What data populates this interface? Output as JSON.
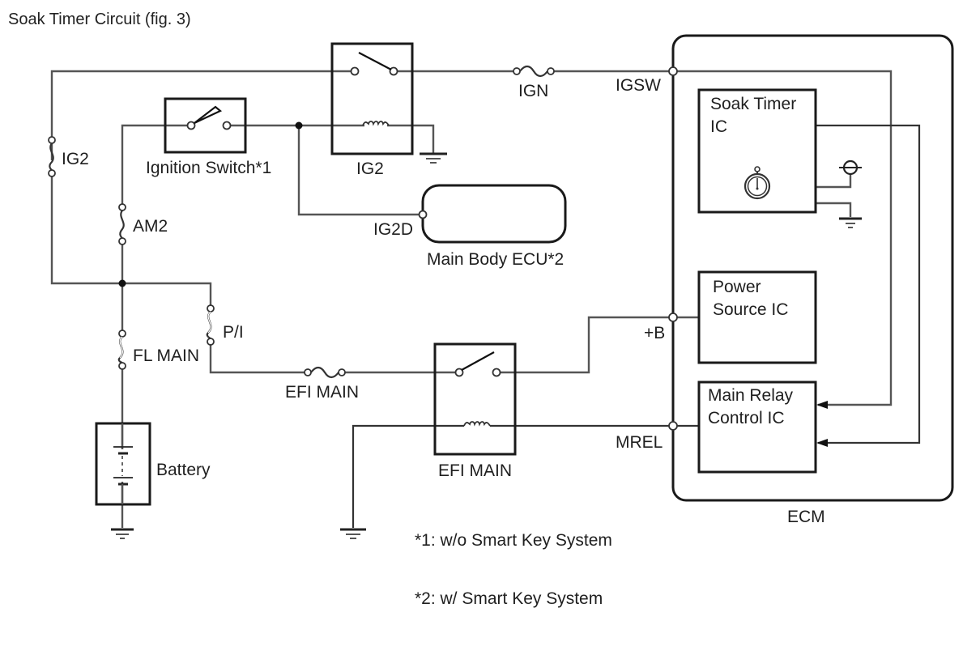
{
  "title": "Soak Timer Circuit (fig. 3)",
  "components": {
    "ignition_switch": {
      "label": "Ignition Switch*1"
    },
    "ig2_relay": {
      "label": "IG2"
    },
    "efi_main_relay": {
      "label": "EFI MAIN"
    },
    "main_body_ecu": {
      "label": "Main Body ECU*2",
      "pin": "IG2D"
    },
    "battery": {
      "label": "Battery"
    },
    "ecm": {
      "label": "ECM",
      "pins": {
        "igsw": "IGSW",
        "plus_b": "+B",
        "mrel": "MREL"
      },
      "soak_timer_ic": {
        "line1": "Soak Timer",
        "line2": "IC"
      },
      "power_source_ic": {
        "line1": "Power",
        "line2": "Source IC"
      },
      "main_relay_control_ic": {
        "line1": "Main Relay",
        "line2": "Control IC"
      }
    }
  },
  "fuses": {
    "ig2": "IG2",
    "ign": "IGN",
    "am2": "AM2",
    "fl_main": "FL MAIN",
    "p_i": "P/I",
    "efi_main": "EFI MAIN"
  },
  "notes": [
    "*1: w/o Smart Key System",
    "*2: w/ Smart Key System"
  ]
}
